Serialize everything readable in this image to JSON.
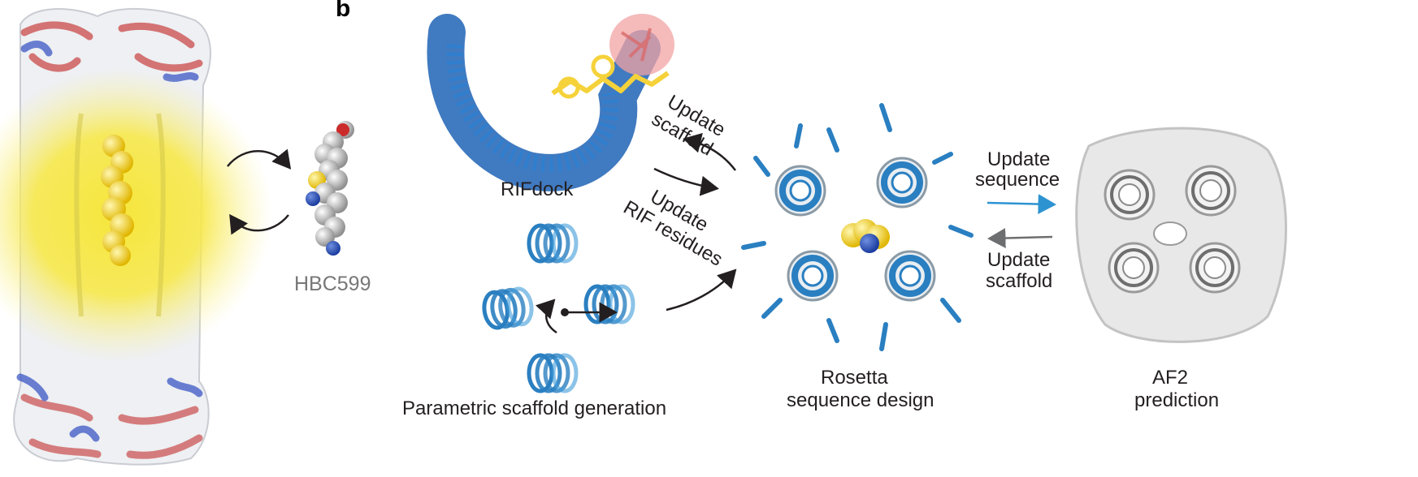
{
  "panel_letter": "b",
  "molecule_label": "HBC599",
  "steps": {
    "rifdock": "RIFdock",
    "parametric": "Parametric scaffold generation",
    "rosetta_1": "Rosetta",
    "rosetta_2": "sequence design",
    "af2_1": "AF2",
    "af2_2": "prediction"
  },
  "arrows": {
    "update_scaffold_1a": "Update",
    "update_scaffold_1b": "scaffold",
    "update_rif_1": "Update",
    "update_rif_2": "RIF residues",
    "update_sequence_1": "Update",
    "update_sequence_2": "sequence",
    "update_scaffold_2a": "Update",
    "update_scaffold_2b": "scaffold"
  },
  "colors": {
    "helix_blue": "#2a7fc1",
    "ligand_yellow": "#f5d23a",
    "glow_yellow": "#f6e63c",
    "update_sequence_arrow": "#2d93d1",
    "update_scaffold_arrow": "#6d6e70"
  }
}
